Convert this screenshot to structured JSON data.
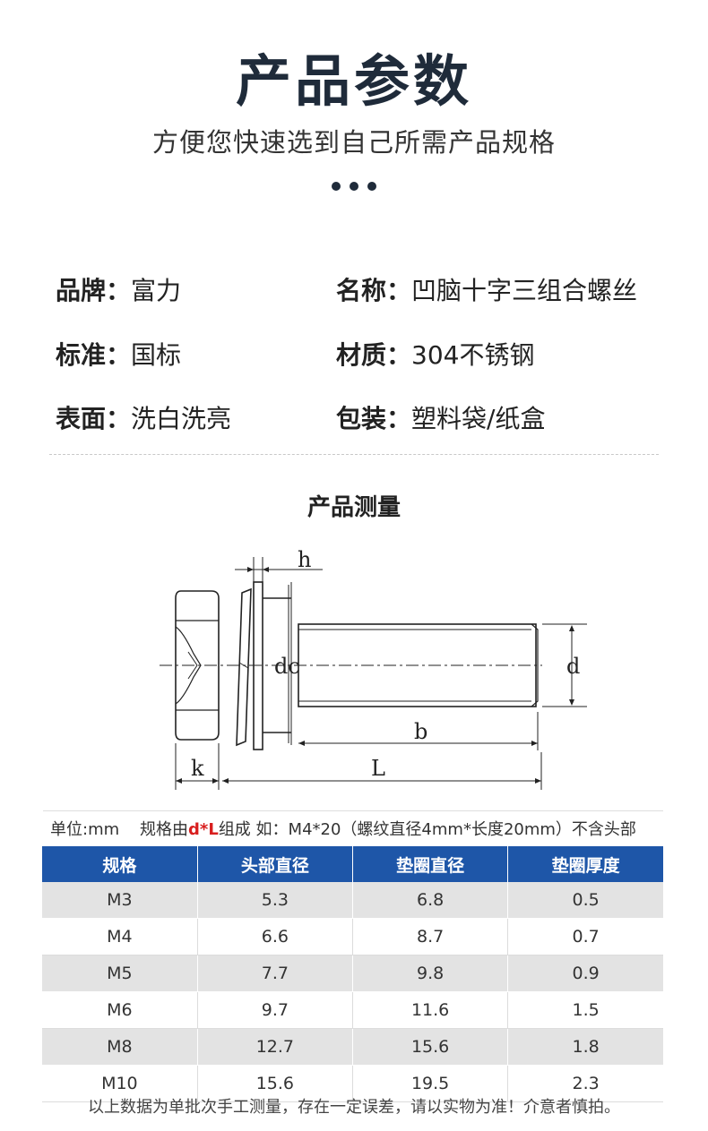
{
  "header": {
    "title": "产品参数",
    "subtitle": "方便您快速选到自己所需产品规格"
  },
  "specs": [
    {
      "key": "品牌：",
      "value": "富力"
    },
    {
      "key": "名称：",
      "value": "凹脑十字三组合螺丝"
    },
    {
      "key": "标准：",
      "value": "国标"
    },
    {
      "key": "材质：",
      "value": "304不锈钢"
    },
    {
      "key": "表面：",
      "value": "洗白洗亮"
    },
    {
      "key": "包装：",
      "value": "塑料袋/纸盒"
    }
  ],
  "measure": {
    "title": "产品测量",
    "labels": {
      "h": "h",
      "dc": "dc",
      "d": "d",
      "b": "b",
      "k": "k",
      "L": "L"
    }
  },
  "unit_note": {
    "prefix": "单位:mm    规格由",
    "highlight": "d*L",
    "suffix": "组成 如：M4*20（螺纹直径4mm*长度20mm）不含头部"
  },
  "table": {
    "headers": [
      "规格",
      "头部直径",
      "垫圈直径",
      "垫圈厚度"
    ],
    "rows": [
      [
        "M3",
        "5.3",
        "6.8",
        "0.5"
      ],
      [
        "M4",
        "6.6",
        "8.7",
        "0.7"
      ],
      [
        "M5",
        "7.7",
        "9.8",
        "0.9"
      ],
      [
        "M6",
        "9.7",
        "11.6",
        "1.5"
      ],
      [
        "M8",
        "12.7",
        "15.6",
        "1.8"
      ],
      [
        "M10",
        "15.6",
        "19.5",
        "2.3"
      ]
    ]
  },
  "footnote": "以上数据为单批次手工测量，存在一定误差，请以实物为准！介意者慎拍。"
}
